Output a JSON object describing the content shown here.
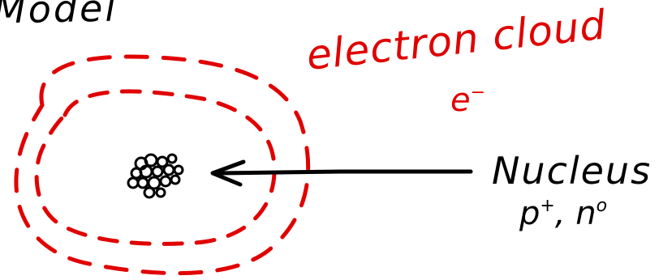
{
  "heading": "Model",
  "labels": {
    "electron_cloud": "electron cloud",
    "electron_symbol": "e",
    "electron_charge": "−",
    "nucleus": "Nucleus",
    "nucleus_particles_p": "p",
    "nucleus_particles_p_charge": "+",
    "nucleus_particles_sep": ", ",
    "nucleus_particles_n": "n",
    "nucleus_particles_n_charge": "o"
  },
  "colors": {
    "ink": "#000000",
    "annotation": "#e00000",
    "background": "#ffffff"
  }
}
